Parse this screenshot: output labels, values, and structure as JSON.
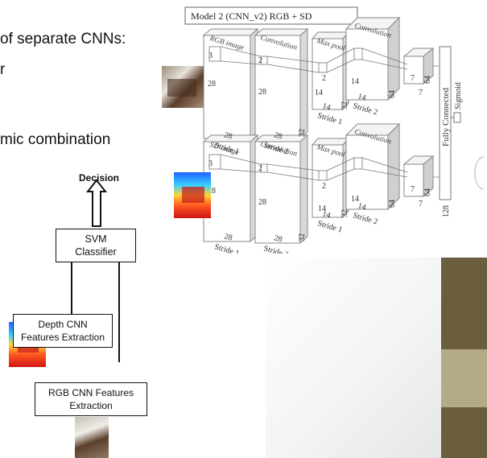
{
  "slide_text": {
    "line1": "of separate CNNs:",
    "line2": "r",
    "line3": "mic combination"
  },
  "cnn_diagram": {
    "title": "Model 2 (CNN_v2) RGB + SD",
    "rgb_input_label": "RGB image",
    "sd_input_label": "SD image",
    "conv_label": "Convolution",
    "maxpool_label": "Max pool",
    "fully_connected": "Fully Connected",
    "sigmoid": "Sigmoid",
    "stride1": "Stride 1",
    "stride2": "Stride 2",
    "n28": "28",
    "n14": "14",
    "n7": "7",
    "n3": "3",
    "n2": "2",
    "n32": "32",
    "n64": "64",
    "n128": "128"
  },
  "flow_diagram": {
    "decision": "Decision",
    "svm_line1": "SVM",
    "svm_line2": "Classifier",
    "depth_line1": "Depth CNN",
    "depth_line2": "Features Extraction",
    "rgb_line1": "RGB CNN Features",
    "rgb_line2": "Extraction"
  },
  "colors": {
    "bar_dark": "#6b5e3e",
    "bar_light": "#b3ab85",
    "slide_gradient": "#e9e9e9"
  }
}
